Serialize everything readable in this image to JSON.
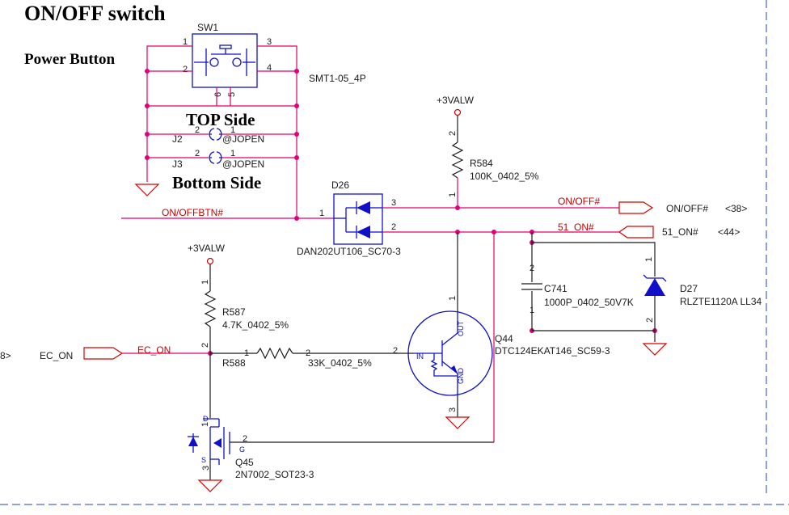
{
  "title": "ON/OFF switch",
  "headings": {
    "power_button": "Power Button",
    "top_side": "TOP Side",
    "bottom_side": "Bottom Side"
  },
  "sw1": {
    "ref": "SW1",
    "value": "SMT1-05_4P",
    "pins": [
      "1",
      "2",
      "3",
      "4",
      "6",
      "5"
    ]
  },
  "j2": {
    "ref": "J2",
    "value": "@JOPEN",
    "pins": [
      "2",
      "1"
    ]
  },
  "j3": {
    "ref": "J3",
    "value": "@JOPEN",
    "pins": [
      "2",
      "1"
    ]
  },
  "d26": {
    "ref": "D26",
    "value": "DAN202UT106_SC70-3",
    "pins": [
      "1",
      "2",
      "3"
    ]
  },
  "r584": {
    "ref": "R584",
    "value": "100K_0402_5%",
    "pins": [
      "2",
      "1"
    ]
  },
  "r587": {
    "ref": "R587",
    "value": "4.7K_0402_5%",
    "pins": [
      "1",
      "2"
    ]
  },
  "r588": {
    "ref": "R588",
    "value": "33K_0402_5%",
    "pins": [
      "1",
      "2"
    ]
  },
  "q44": {
    "ref": "Q44",
    "value": "DTC124EKAT146_SC59-3",
    "pins": [
      "1",
      "2",
      "3"
    ],
    "labels": [
      "IN",
      "OUT",
      "GND"
    ]
  },
  "q45": {
    "ref": "Q45",
    "value": "2N7002_SOT23-3",
    "pins": [
      "1",
      "2",
      "3"
    ],
    "labels": [
      "D",
      "G",
      "S"
    ]
  },
  "c741": {
    "ref": "C741",
    "value": "1000P_0402_50V7K",
    "pins": [
      "2",
      "1"
    ]
  },
  "d27": {
    "ref": "D27",
    "value": "RLZTE1120A LL34",
    "pins": [
      "1",
      "2"
    ]
  },
  "power": {
    "p1": "+3VALW",
    "p2": "+3VALW"
  },
  "nets": {
    "onoffbtn": "ON/OFFBTN#",
    "onoff": "ON/OFF#",
    "on51": "51_ON#",
    "econ": "EC_ON"
  },
  "offpage": {
    "onoff": "ON/OFF#",
    "onoff_ref": "<38>",
    "on51": "51_ON#",
    "on51_ref": "<44>",
    "econ": "EC_ON",
    "econ_ref": "8>"
  }
}
